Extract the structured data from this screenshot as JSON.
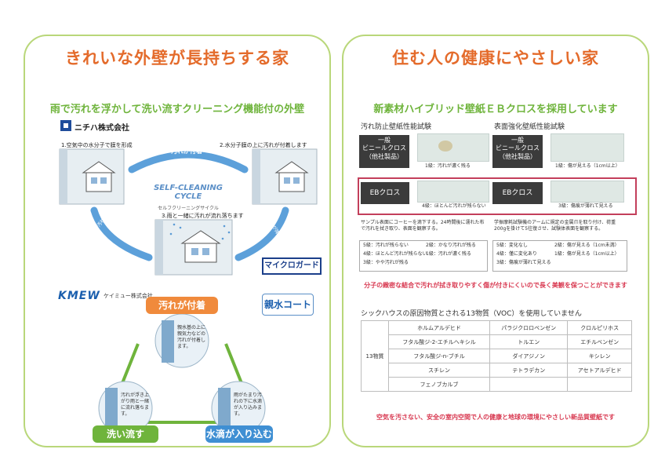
{
  "left": {
    "title": "きれいな外壁が長持ちする家",
    "subtitle": "雨で汚れを浮かして洗い流すクリーニング機能付の外壁",
    "logo1": "ニチハ株式会社",
    "cycle": {
      "step1": "1.空気中の水分子で膜を形成",
      "arrow1": "汚れが付着",
      "step2": "2.水分子膜の上に汚れが付着します",
      "center_en": "SELF-CLEANING CYCLE",
      "center_jp": "セルフクリーニングサイクル",
      "step3": "3.雨と一緒に汚れが流れ落ちます",
      "arrow_left": "水分子が汚れを",
      "arrow_right": "雨が降る",
      "badge": "マイクロガード"
    },
    "logo2": "KMEW",
    "logo2_sub": "ケイミュー株式会社",
    "coat_logo": "親水コート",
    "cycle2": {
      "b1": "汚れが付着",
      "b2": "洗い流す",
      "b3": "水滴が入り込む",
      "t1": "親水基の上に親気力などの汚れが付着します。",
      "t2": "雨がたまり汚れの下に水滴が入り込みます。",
      "t3": "汚れが浮き上がり雨と一緒に流れ落ちます。"
    }
  },
  "right": {
    "title": "住む人の健康にやさしい家",
    "subtitle": "新素材ハイブリッド壁紙ＥＢクロスを採用しています",
    "test1": {
      "title": "汚れ防止壁紙性能試験",
      "box_top": "一般\nビニールクロス\n（他社製品）",
      "cap_top": "1級：汚れが濃く残る",
      "box_bottom": "EBクロス",
      "cap_bottom": "4級：ほとんど汚れが残らない",
      "desc": "サンプル表面にコーヒーを滴下する。24時間後に濡れた布で汚れを拭き取り、表面を観察する。",
      "grades": [
        "5級：汚れが残らない",
        "4級：ほとんど汚れが残らない",
        "3級：やや汚れが残る",
        "2級：かなり汚れが残る",
        "1級：汚れが濃く残る"
      ]
    },
    "test2": {
      "title": "表面強化壁紙性能試験",
      "box_top": "一般\nビニールクロス\n（他社製品）",
      "cap_top": "1級：傷が見える（1cm以上）",
      "box_bottom": "EBクロス",
      "cap_bottom": "3級：傷痕が薄れて見える",
      "desc": "学振摩耗試験機のアームに規定の金属爪を取り付け、荷重200gを掛けて5往復させ、試験体表面を観察する。",
      "grades": [
        "5級：変化なし",
        "4級：僅に変化あり",
        "3級：傷痕が薄れて見える",
        "2級：傷が見える（1cm未満）",
        "1級：傷が見える（1cm以上）"
      ]
    },
    "highlight": "分子の緻密な結合で汚れが拭き取りやすく傷が付きにくいので長く美観を保つことができます",
    "voc_title": "シックハウスの原因物質とされる13物質（VOC）を使用していません",
    "voc_label": "13物質",
    "voc": [
      [
        "ホルムアルデヒド",
        "パラジクロロベンゼン",
        "クロルピリホス"
      ],
      [
        "フタル酸ジ-2-エチルヘキシル",
        "トルエン",
        "エチルベンゼン"
      ],
      [
        "フタル酸ジ-n-ブチル",
        "ダイアジノン",
        "キシレン"
      ],
      [
        "スチレン",
        "テトラデカン",
        "アセトアルデヒド"
      ],
      [
        "フェノブカルブ",
        "",
        ""
      ]
    ],
    "footer": "空気を汚さない、安全の室内空間で人の健康と地球の環境にやさしい新品質壁紙です"
  },
  "colors": {
    "accent_orange": "#e46b2b",
    "accent_green": "#6fb43c",
    "border": "#b9d77a",
    "red_text": "#d8374f",
    "dark_box": "#3b3b3b"
  }
}
